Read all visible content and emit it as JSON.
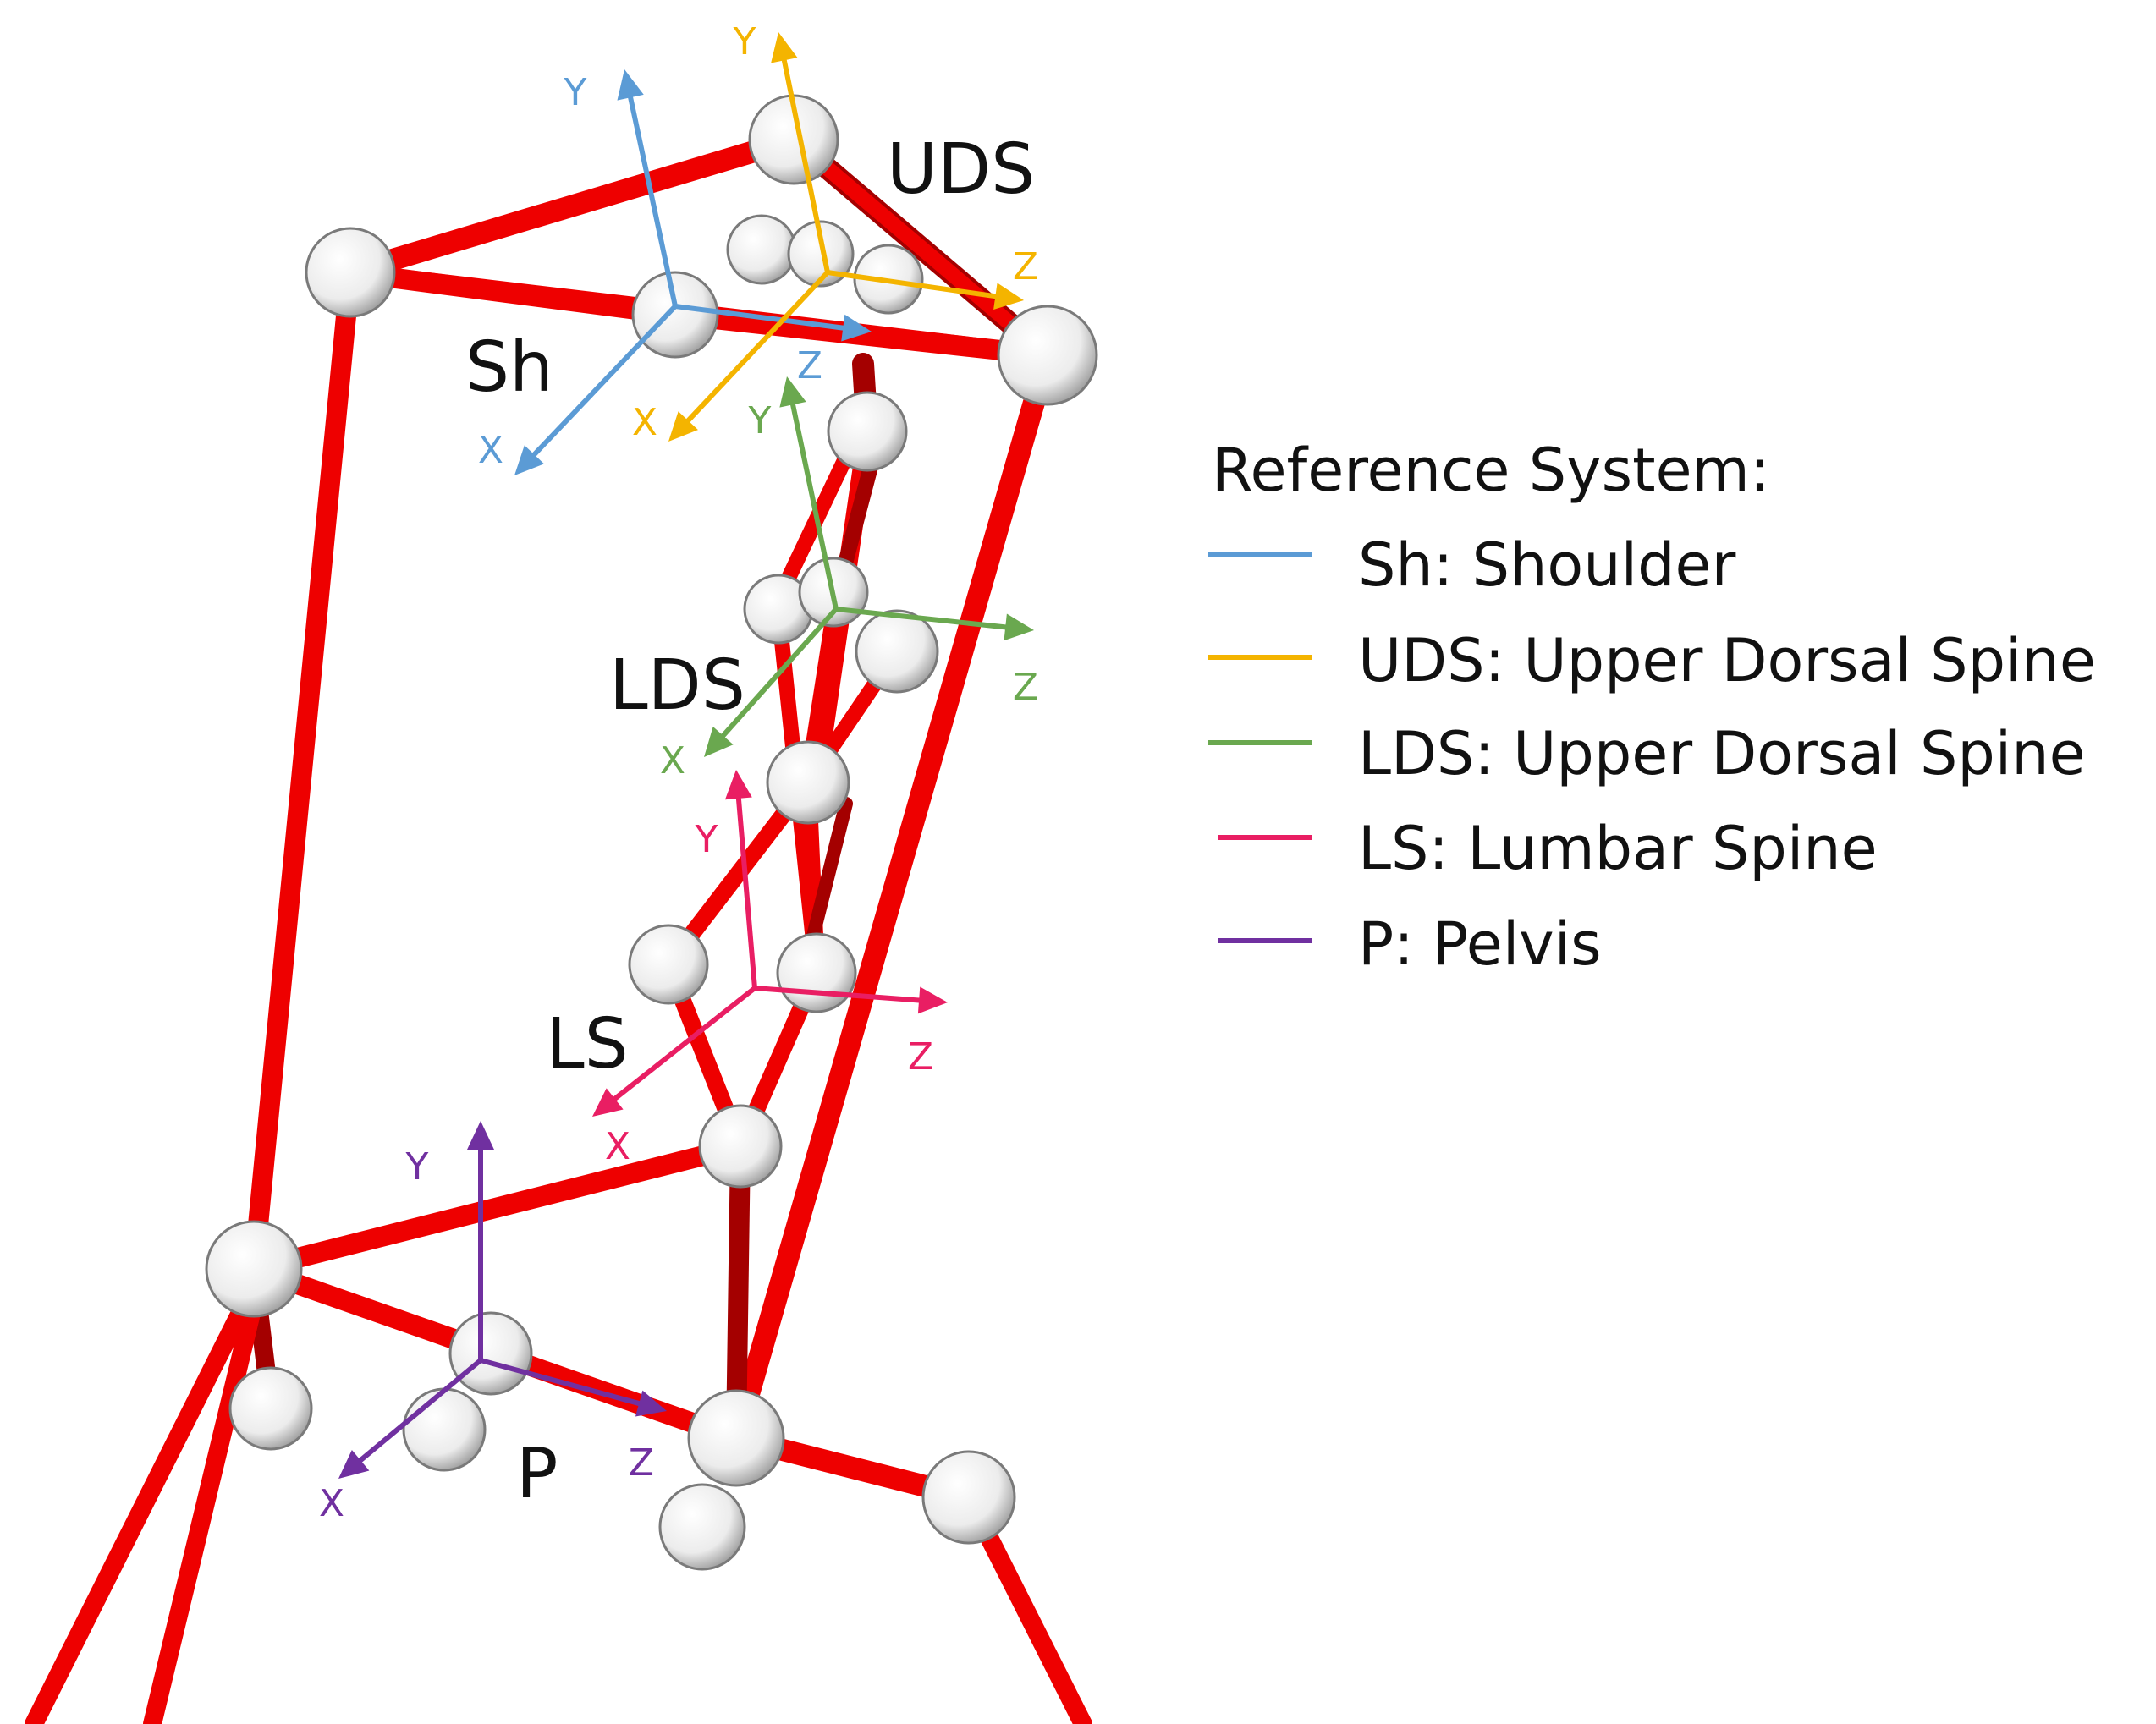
{
  "colors": {
    "bone": "#ee0000",
    "bone_dark": "#a40000",
    "joint_fill": "#f4f4f4",
    "shoulder": "#5b9bd5",
    "upper_dorsal": "#f4b400",
    "lower_dorsal": "#6aa84f",
    "lumbar": "#e91e63",
    "pelvis": "#7030a0"
  },
  "axis_letters": {
    "x": "X",
    "y": "Y",
    "z": "Z"
  },
  "segments": {
    "sh": {
      "label": "Sh",
      "color_key": "shoulder"
    },
    "uds": {
      "label": "UDS",
      "color_key": "upper_dorsal"
    },
    "lds": {
      "label": "LDS",
      "color_key": "lower_dorsal"
    },
    "ls": {
      "label": "LS",
      "color_key": "lumbar"
    },
    "p": {
      "label": "P",
      "color_key": "pelvis"
    }
  },
  "legend": {
    "title": "Reference System:",
    "items": [
      {
        "color_key": "shoulder",
        "text": "Sh: Shoulder"
      },
      {
        "color_key": "upper_dorsal",
        "text": "UDS: Upper Dorsal Spine"
      },
      {
        "color_key": "lower_dorsal",
        "text": "LDS: Upper Dorsal Spine"
      },
      {
        "color_key": "lumbar",
        "text": "LS: Lumbar Spine"
      },
      {
        "color_key": "pelvis",
        "text": "P: Pelvis"
      }
    ]
  }
}
